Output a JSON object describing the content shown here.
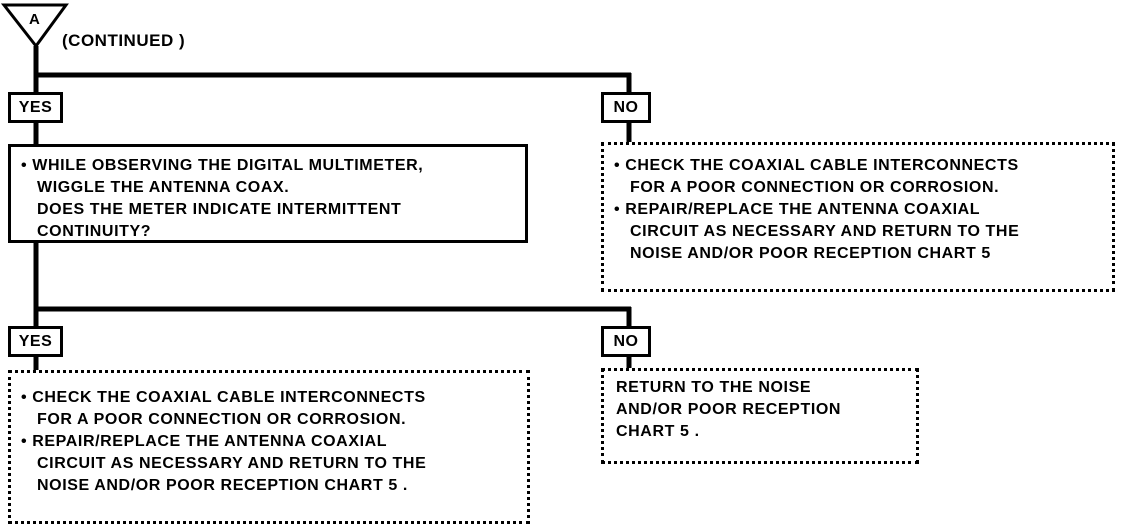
{
  "connector": {
    "letter": "A",
    "continued_label": "(CONTINUED )"
  },
  "branches": {
    "yes1": "YES",
    "no1": "NO",
    "yes2": "YES",
    "no2": "NO"
  },
  "boxes": {
    "question": {
      "lines": [
        "• WHILE OBSERVING THE DIGITAL MULTIMETER,",
        "WIGGLE THE ANTENNA COAX.",
        "DOES THE METER INDICATE INTERMITTENT",
        "CONTINUITY?"
      ]
    },
    "no1_action": {
      "lines": [
        "• CHECK THE COAXIAL CABLE INTERCONNECTS",
        "FOR A POOR CONNECTION OR CORROSION.",
        "• REPAIR/REPLACE THE ANTENNA COAXIAL",
        "CIRCUIT AS NECESSARY AND RETURN TO THE",
        "NOISE AND/OR POOR RECEPTION CHART 5"
      ]
    },
    "yes2_action": {
      "lines": [
        "• CHECK THE COAXIAL CABLE INTERCONNECTS",
        "FOR A POOR CONNECTION OR CORROSION.",
        "• REPAIR/REPLACE THE ANTENNA COAXIAL",
        "CIRCUIT AS NECESSARY AND RETURN TO THE",
        "NOISE AND/OR POOR RECEPTION CHART 5 ."
      ]
    },
    "no2_action": {
      "lines": [
        "RETURN TO THE NOISE",
        "AND/OR POOR RECEPTION",
        "CHART 5 ."
      ]
    }
  }
}
